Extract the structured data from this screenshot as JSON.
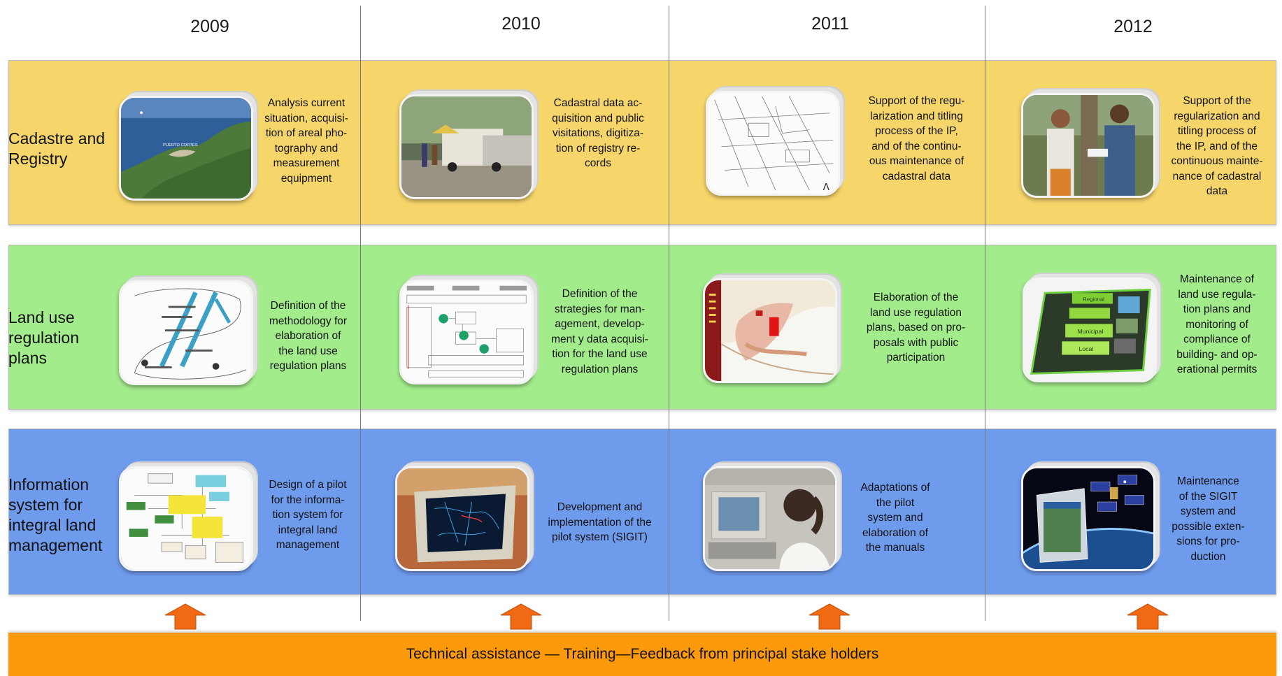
{
  "years": [
    "2009",
    "2010",
    "2011",
    "2012"
  ],
  "colors": {
    "cadastre": "#f6d56b",
    "land_use": "#a3ec8c",
    "info_system": "#6f9bed",
    "banner": "#fc9a0c",
    "arrow": "#f06a14"
  },
  "rows": {
    "cadastre": {
      "label_lines": [
        "Cadastre and",
        "Registry"
      ],
      "cells": [
        {
          "image": "satellite-map-image",
          "map_label": "PUERTO CORTES",
          "text_lines": [
            "Analysis current",
            "situation, acquisi-",
            "tion of areal pho-",
            "tography and",
            "measurement",
            "equipment"
          ]
        },
        {
          "image": "field-vehicles-photo",
          "text_lines": [
            "Cadastral data ac-",
            "quisition and public",
            "visitations, digitiza-",
            "tion of registry re-",
            "cords"
          ]
        },
        {
          "image": "cadastral-plan-drawing",
          "text_lines": [
            "Support of the regu-",
            "larization and titling",
            "process  of the IP,",
            "and of the continu-",
            "ous maintenance of",
            "cadastral data"
          ]
        },
        {
          "image": "field-survey-photo",
          "text_lines": [
            "Support of the",
            "regularization and",
            "titling process  of",
            "the IP, and of the",
            "continuous mainte-",
            "nance of cadastral",
            "data"
          ]
        }
      ]
    },
    "land_use": {
      "label_lines": [
        "Land use",
        "regulation",
        "plans"
      ],
      "cells": [
        {
          "image": "methodology-sketch",
          "text_lines": [
            "Definition of the",
            "methodology for",
            "elaboration of",
            "the land use",
            "regulation plans"
          ]
        },
        {
          "image": "strategy-flowchart",
          "text_lines": [
            "Definition of the",
            "strategies for man-",
            "agement, develop-",
            "ment y data acquisi-",
            "tion for the land use",
            "regulation plans"
          ]
        },
        {
          "image": "zoning-map",
          "text_lines": [
            "Elaboration of the",
            "land use regulation",
            "plans, based on pro-",
            "posals with public",
            "participation"
          ]
        },
        {
          "image": "planning-levels-tablet",
          "tablet_labels": [
            "Regional",
            "Municipal",
            "Local"
          ],
          "text_lines": [
            "Maintenance of",
            "land use regula-",
            "tion plans and",
            "monitoring of",
            "compliance  of",
            "building- and op-",
            "erational permits"
          ]
        }
      ]
    },
    "info_system": {
      "label_lines": [
        "Information",
        "system for",
        "integral land",
        "management"
      ],
      "cells": [
        {
          "image": "system-diagram",
          "text_lines": [
            "Design of a pilot",
            "for the informa-",
            "tion system for",
            "integral land",
            "management"
          ]
        },
        {
          "image": "gis-monitor-photo",
          "text_lines": [
            "Development and",
            "implementation of the",
            "pilot system (SIGIT)"
          ]
        },
        {
          "image": "computer-user-photo",
          "text_lines": [
            "Adaptations of",
            "the pilot",
            "system and",
            "elaboration of",
            "the manuals"
          ]
        },
        {
          "image": "satellite-earth-image",
          "text_lines": [
            "Maintenance",
            "of the SIGIT",
            "system and",
            "possible exten-",
            "sions for pro-",
            "duction"
          ]
        }
      ]
    }
  },
  "banner": {
    "text": "Technical assistance — Training—Feedback from principal stake holders"
  }
}
